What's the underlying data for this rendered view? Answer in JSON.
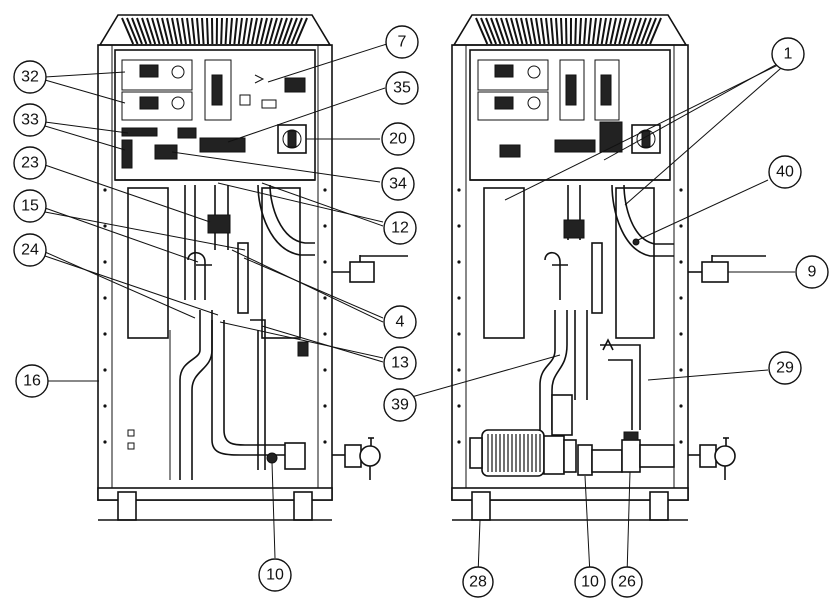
{
  "callouts_left": [
    {
      "id": "c32",
      "label": "32"
    },
    {
      "id": "c33",
      "label": "33"
    },
    {
      "id": "c23",
      "label": "23"
    },
    {
      "id": "c15",
      "label": "15"
    },
    {
      "id": "c24",
      "label": "24"
    },
    {
      "id": "c16",
      "label": "16"
    },
    {
      "id": "c7",
      "label": "7"
    },
    {
      "id": "c35",
      "label": "35"
    },
    {
      "id": "c20",
      "label": "20"
    },
    {
      "id": "c34",
      "label": "34"
    },
    {
      "id": "c12",
      "label": "12"
    },
    {
      "id": "c4",
      "label": "4"
    },
    {
      "id": "c13",
      "label": "13"
    },
    {
      "id": "c39",
      "label": "39"
    },
    {
      "id": "c10a",
      "label": "10"
    }
  ],
  "callouts_right": [
    {
      "id": "c1",
      "label": "1"
    },
    {
      "id": "c40",
      "label": "40"
    },
    {
      "id": "c9",
      "label": "9"
    },
    {
      "id": "c29",
      "label": "29"
    },
    {
      "id": "c28",
      "label": "28"
    },
    {
      "id": "c10b",
      "label": "10"
    },
    {
      "id": "c26",
      "label": "26"
    }
  ]
}
